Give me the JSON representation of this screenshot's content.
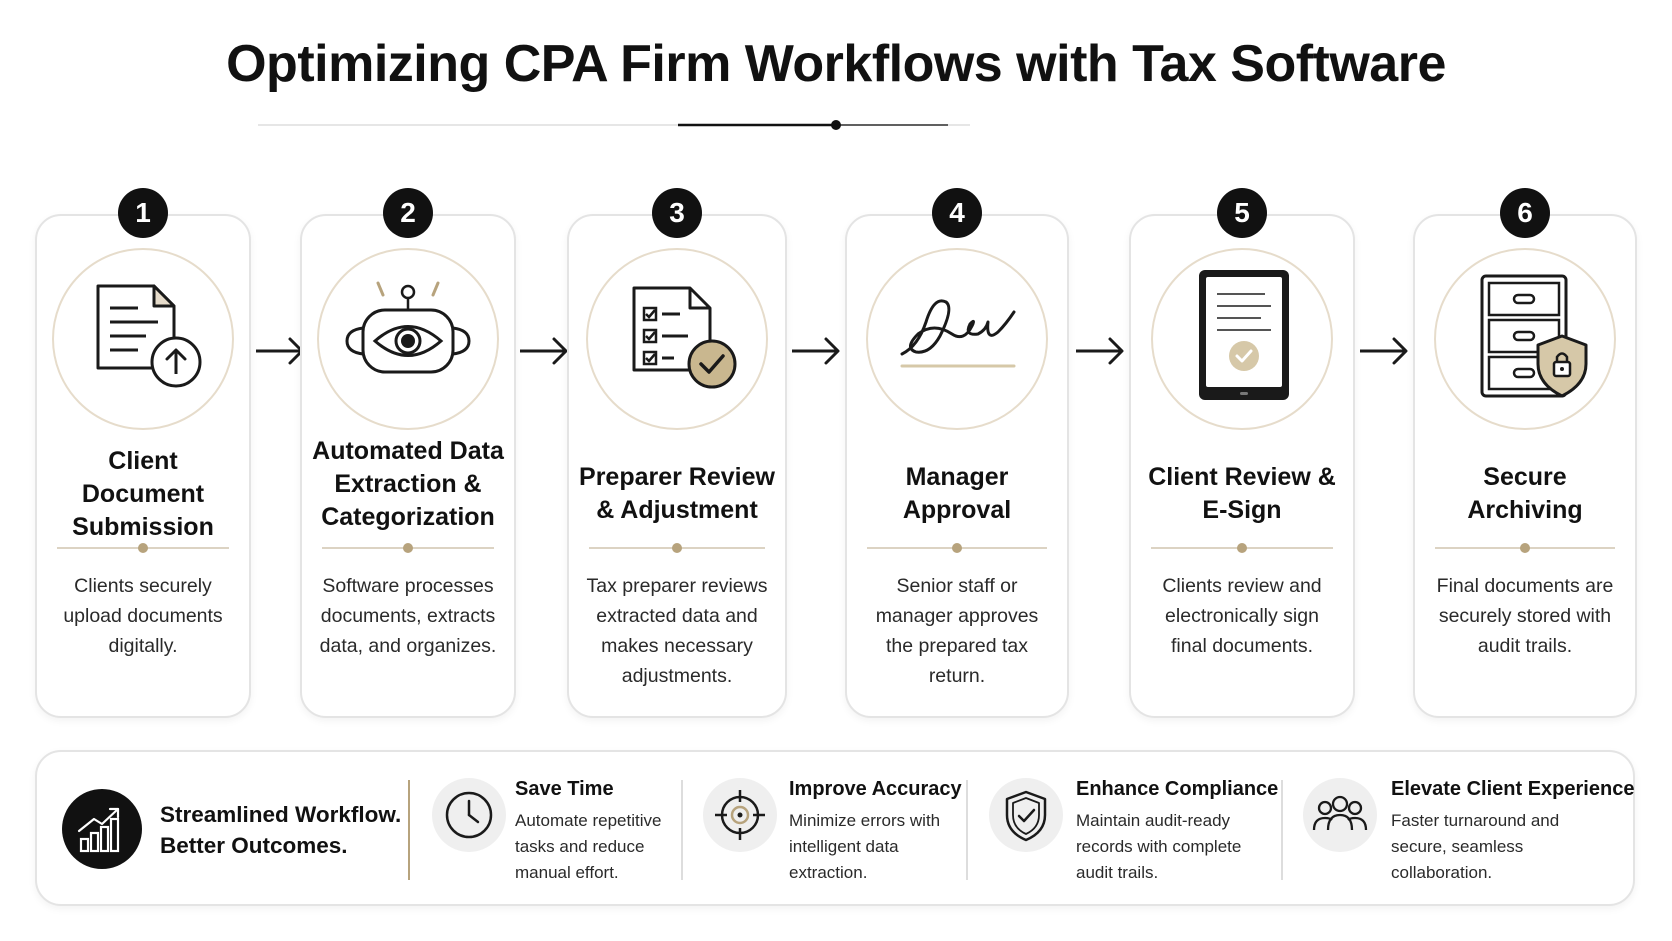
{
  "title": "Optimizing CPA Firm Workflows with Tax Software",
  "colors": {
    "accent_gold": "#b7a37d",
    "dark": "#111111",
    "border": "#e4e4e4"
  },
  "steps": [
    {
      "number": "1",
      "title": "Client Document Submission",
      "description": "Clients securely upload documents digitally.",
      "icon": "document-upload-icon"
    },
    {
      "number": "2",
      "title": "Automated Data Extraction & Categorization",
      "description": "Software processes documents, extracts data, and organizes.",
      "icon": "scanner-eye-icon"
    },
    {
      "number": "3",
      "title": "Preparer Review & Adjustment",
      "description": "Tax preparer reviews extracted data and makes necessary adjustments.",
      "icon": "checklist-icon"
    },
    {
      "number": "4",
      "title": "Manager Approval",
      "description": "Senior staff or manager approves the prepared tax return.",
      "icon": "signature-icon"
    },
    {
      "number": "5",
      "title": "Client Review & E-Sign",
      "description": "Clients review and electronically sign final documents.",
      "icon": "tablet-check-icon"
    },
    {
      "number": "6",
      "title": "Secure Archiving",
      "description": "Final documents are securely stored with audit trails.",
      "icon": "archive-shield-icon"
    }
  ],
  "summary": {
    "lead_line1": "Streamlined Workflow.",
    "lead_line2": "Better Outcomes.",
    "lead_icon": "growth-chart-icon",
    "benefits": [
      {
        "title": "Save Time",
        "line1": "Automate repetitive",
        "line2": "tasks and reduce",
        "line3": "manual effort.",
        "icon": "clock-icon"
      },
      {
        "title": "Improve Accuracy",
        "line1": "Minimize errors with",
        "line2": "intelligent data",
        "line3": "extraction.",
        "icon": "target-icon"
      },
      {
        "title": "Enhance Compliance",
        "line1": "Maintain audit-ready",
        "line2": "records with complete",
        "line3": "audit trails.",
        "icon": "shield-check-icon"
      },
      {
        "title": "Elevate Client Experience",
        "line1": "Faster turnaround and",
        "line2": "secure, seamless",
        "line3": "collaboration.",
        "icon": "people-group-icon"
      }
    ]
  }
}
